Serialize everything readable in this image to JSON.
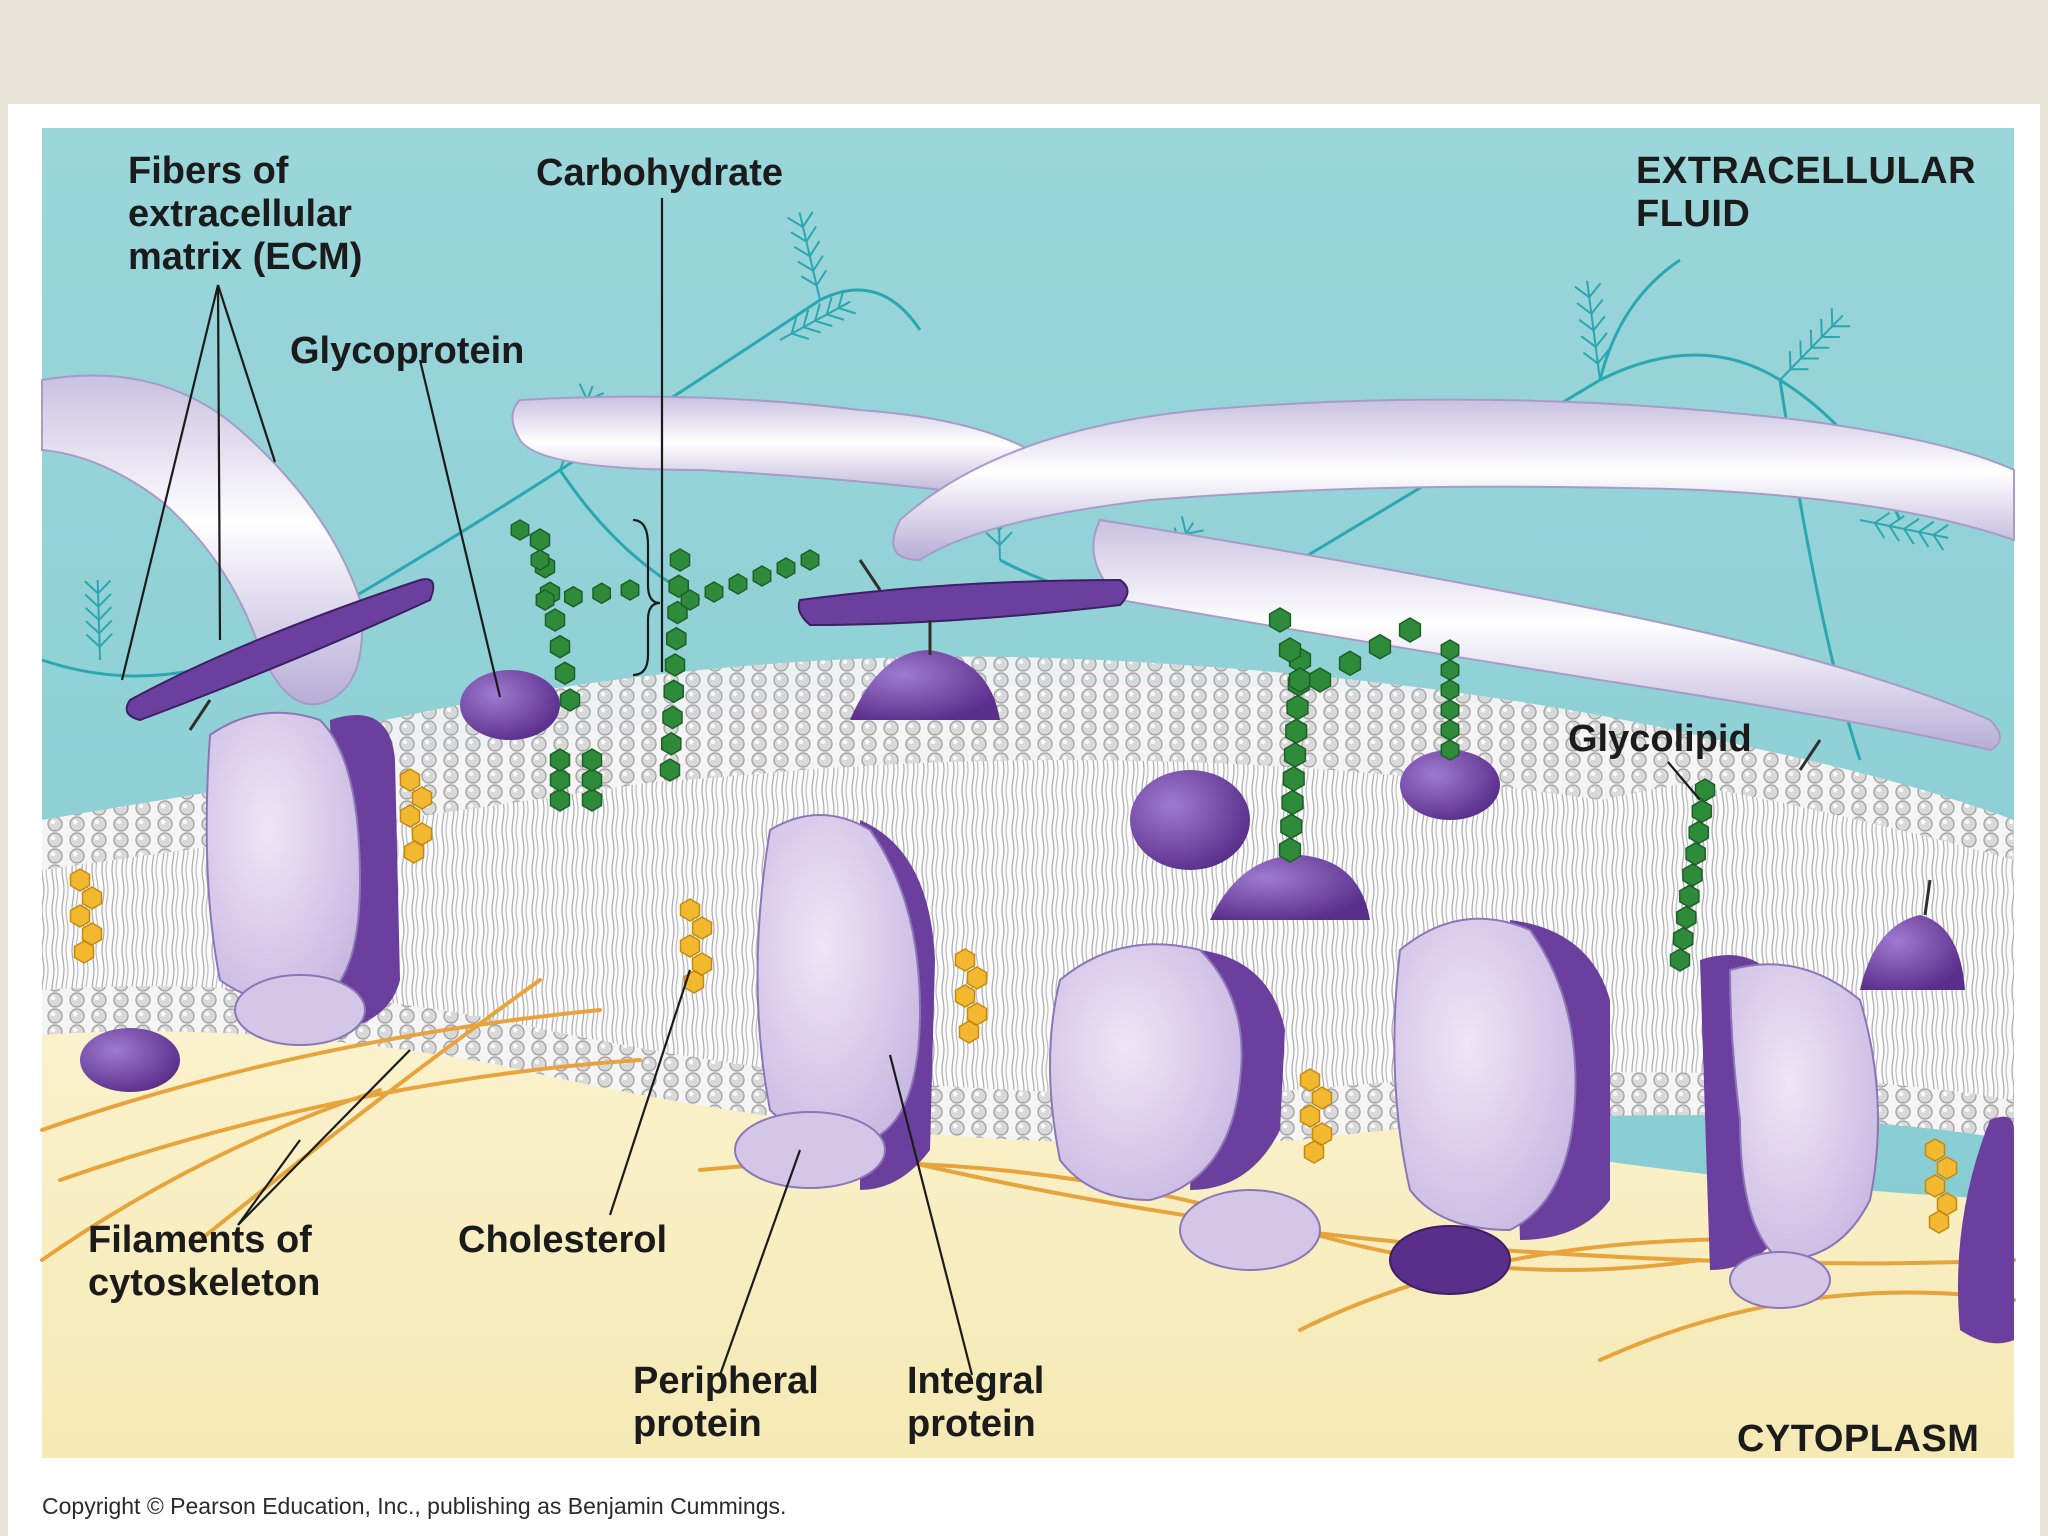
{
  "labels": {
    "ecm_fibers": "Fibers of\nextracellular\nmatrix (ECM)",
    "carbohydrate": "Carbohydrate",
    "extracellular_fluid": "EXTRACELLULAR\nFLUID",
    "glycoprotein": "Glycoprotein",
    "glycolipid": "Glycolipid",
    "cytoskeleton_filaments": "Filaments of\ncytoskeleton",
    "cholesterol": "Cholesterol",
    "peripheral_protein": "Peripheral\nprotein",
    "integral_protein": "Integral\nprotein",
    "cytoplasm": "CYTOPLASM"
  },
  "copyright": "Copyright © Pearson Education, Inc., publishing as Benjamin Cummings.",
  "colors": {
    "extracellular_fluid": "#8fd0d6",
    "cytoplasm": "#f8efc2",
    "protein_light": "#d6c8e8",
    "protein_dark": "#6b3f9e",
    "carbohydrate": "#2e8b3a",
    "cholesterol": "#f2b830",
    "cytoskeleton": "#e8a43c",
    "ecm_fiber": "#d8d2ea",
    "ecm_network": "#2aa7b0",
    "phospholipid_head": "#e3e3e3"
  }
}
